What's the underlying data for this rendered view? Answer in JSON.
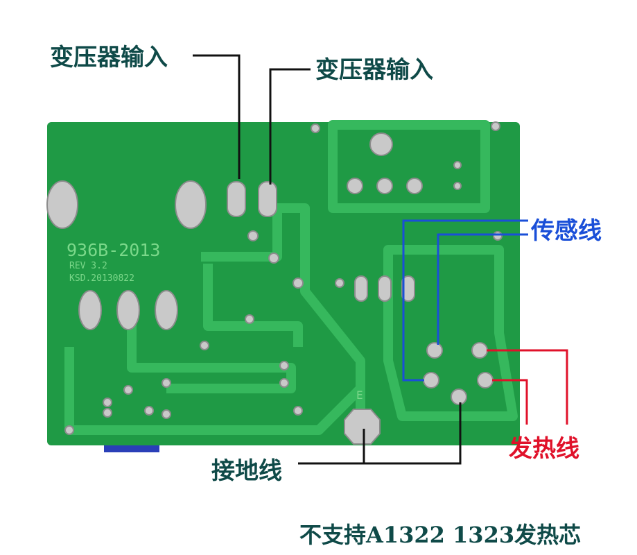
{
  "board_silkscreen": {
    "model": "936B-2013",
    "revision": "REV 3.2",
    "code": "KSD.20130822",
    "ground_mark": "E"
  },
  "callouts": {
    "transformer_input_left": "变压器输入",
    "transformer_input_right": "变压器输入",
    "sensor_wire": "传感线",
    "heater_wire": "发热线",
    "ground_wire": "接地线"
  },
  "footer_note": "不支持A1322 1323发热芯",
  "colors": {
    "pcb": "#1f9a45",
    "trace": "#34b35a",
    "label_dark": "#0f4a48",
    "sensor_line": "#1a4fd8",
    "heater_line": "#e0112a"
  }
}
